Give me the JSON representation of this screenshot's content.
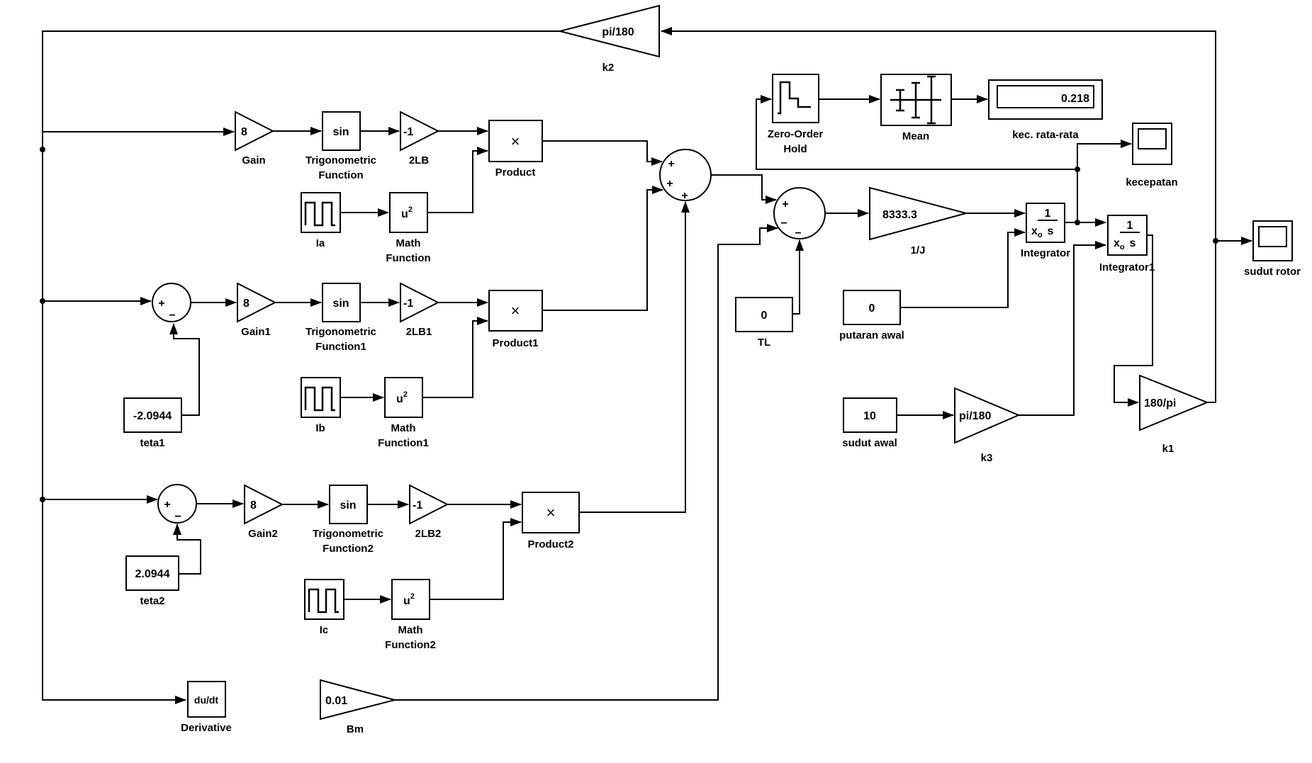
{
  "diagram": {
    "background": "#ffffff",
    "line_color": "#000000",
    "type": "simulink-block-diagram"
  },
  "blocks": {
    "k2": {
      "value": "pi/180",
      "label": "k2"
    },
    "gain": {
      "value": "8",
      "label": "Gain"
    },
    "trig": {
      "value": "sin",
      "label_line1": "Trigonometric",
      "label_line2": "Function"
    },
    "twolb": {
      "value": "-1",
      "label": "2LB"
    },
    "product": {
      "value": "×",
      "label": "Product"
    },
    "ia": {
      "label": "Ia"
    },
    "math": {
      "value_base": "u",
      "value_sup": "2",
      "label_line1": "Math",
      "label_line2": "Function"
    },
    "sum_current": {
      "sign1": "+",
      "sign2": "+",
      "sign3": "+"
    },
    "gain1": {
      "value": "8",
      "label": "Gain1"
    },
    "trig1": {
      "value": "sin",
      "label_line1": "Trigonometric",
      "label_line2": "Function1"
    },
    "twolb1": {
      "value": "-1",
      "label": "2LB1"
    },
    "product1": {
      "value": "×",
      "label": "Product1"
    },
    "ib": {
      "label": "Ib"
    },
    "math1": {
      "value_base": "u",
      "value_sup": "2",
      "label_line1": "Math",
      "label_line2": "Function1"
    },
    "teta1": {
      "value": "-2.0944",
      "label": "teta1"
    },
    "sum_b": {
      "sign1": "+",
      "sign2": "−"
    },
    "gain2": {
      "value": "8",
      "label": "Gain2"
    },
    "trig2": {
      "value": "sin",
      "label_line1": "Trigonometric",
      "label_line2": "Function2"
    },
    "twolb2": {
      "value": "-1",
      "label": "2LB2"
    },
    "product2": {
      "value": "×",
      "label": "Product2"
    },
    "ic": {
      "label": "Ic"
    },
    "math2": {
      "value_base": "u",
      "value_sup": "2",
      "label_line1": "Math",
      "label_line2": "Function2"
    },
    "teta2": {
      "value": "2.0944",
      "label": "teta2"
    },
    "sum_c": {
      "sign1": "+",
      "sign2": "−"
    },
    "sum_torque": {
      "sign1": "+",
      "sign2": "−",
      "sign3": "−"
    },
    "derivative": {
      "value": "du/dt",
      "label": "Derivative"
    },
    "bm": {
      "value": "0.01",
      "label": "Bm"
    },
    "tl": {
      "value": "0",
      "label": "TL"
    },
    "putaran_awal": {
      "value": "0",
      "label": "putaran awal"
    },
    "sudut_awal": {
      "value": "10",
      "label": "sudut awal"
    },
    "inv_j": {
      "value": "8333.3",
      "label": "1/J"
    },
    "integrator": {
      "num": "1",
      "den": "s",
      "ic_base": "x",
      "ic_sub": "o",
      "label": "Integrator"
    },
    "integrator1": {
      "num": "1",
      "den": "s",
      "ic_base": "x",
      "ic_sub": "o",
      "label": "Integrator1"
    },
    "zoh": {
      "label_line1": "Zero-Order",
      "label_line2": "Hold"
    },
    "mean": {
      "label": "Mean"
    },
    "display": {
      "value": "0.218",
      "label": "kec. rata-rata"
    },
    "kecepatan": {
      "label": "kecepatan"
    },
    "sudut_rotor": {
      "label": "sudut rotor"
    },
    "k3": {
      "value": "pi/180",
      "label": "k3"
    },
    "k1": {
      "value": "180/pi",
      "label": "k1"
    }
  }
}
